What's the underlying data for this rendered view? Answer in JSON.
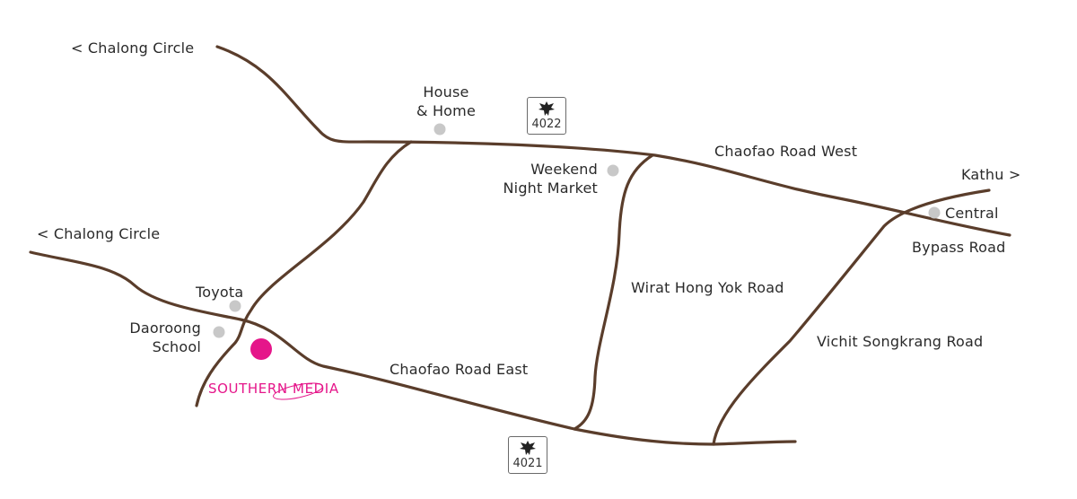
{
  "map": {
    "roads": {
      "chaofao_road_west": "Chaofao Road West",
      "chaofao_road_east": "Chaofao Road East",
      "wirat_hong_yok_road": "Wirat Hong Yok Road",
      "vichit_songkrang_road": "Vichit Songkrang Road",
      "bypass_road": "Bypass Road"
    },
    "directions": {
      "chalong_circle_top": "< Chalong Circle",
      "chalong_circle_bottom": "< Chalong Circle",
      "kathu": "Kathu >"
    },
    "places": {
      "house_home_line1": "House",
      "house_home_line2": "& Home",
      "weekend_market_line1": "Weekend",
      "weekend_market_line2": "Night Market",
      "central": "Central",
      "toyota": "Toyota",
      "daoroong_line1": "Daoroong",
      "daoroong_line2": "School"
    },
    "highways": {
      "north": "4022",
      "south": "4021"
    },
    "logo": {
      "text": "SOUTHERN MEDIA"
    },
    "colors": {
      "road": "#5a3d2b",
      "poi": "#c8c8c8",
      "destination": "#e5168a",
      "text": "#2a2a2a"
    }
  }
}
